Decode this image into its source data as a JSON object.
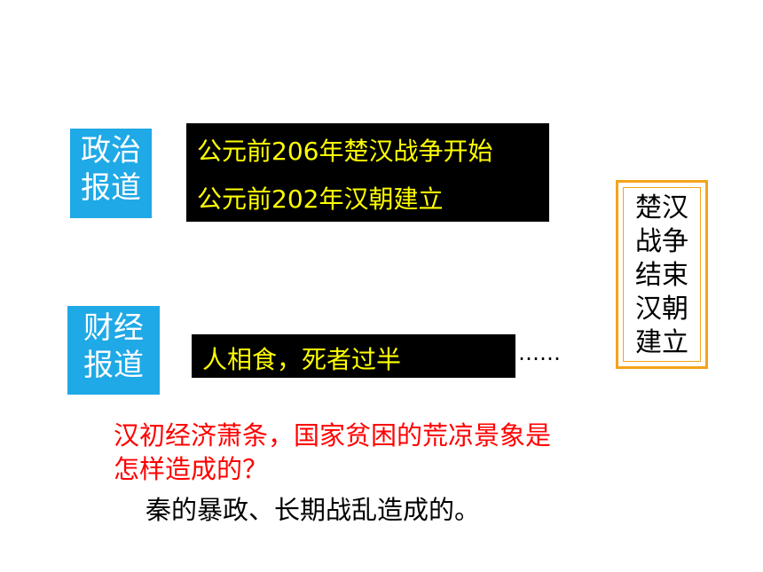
{
  "politics_tag": {
    "line1": "政治",
    "line2": "报道"
  },
  "politics_news": {
    "line1": "公元前206年楚汉战争开始",
    "line2": "公元前202年汉朝建立"
  },
  "economy_tag": {
    "line1": "财经",
    "line2": "报道"
  },
  "economy_news": {
    "line1": "人相食，死者过半"
  },
  "ellipsis": "……",
  "side_box": {
    "lines": [
      "楚汉",
      "战争",
      "结束",
      "汉朝",
      "建立"
    ],
    "border_color": "#f5a31a"
  },
  "question": {
    "line1": "汉初经济萧条，国家贫困的荒凉景象是",
    "line2": "怎样造成的？"
  },
  "answer": "秦的暴政、长期战乱造成的。",
  "colors": {
    "tag_bg": "#1fa9e6",
    "news_bg": "#000000",
    "news_text": "#ffff00",
    "question_text": "#ff0000"
  }
}
